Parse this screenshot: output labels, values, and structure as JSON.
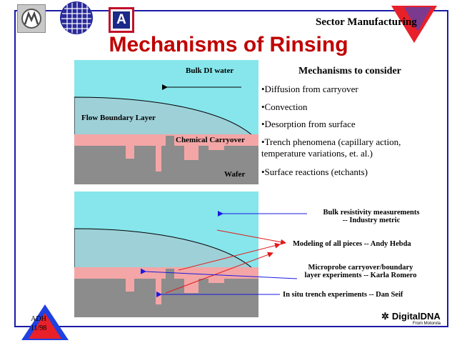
{
  "header": {
    "sector_label": "Sector Manufacturing",
    "title": "Mechanisms of Rinsing"
  },
  "diagram_top": {
    "bulk_label": "Bulk DI water",
    "flow_label": "Flow Boundary Layer",
    "carryover_label": "Chemical Carryover",
    "wafer_label": "Wafer"
  },
  "mechanisms": {
    "heading": "Mechanisms to consider",
    "items": [
      "•Diffusion from carryover",
      "•Convection",
      "•Desorption from surface",
      "•Trench phenomena (capillary action,",
      "temperature variations, et. al.)",
      "•Surface reactions (etchants)"
    ]
  },
  "notes": {
    "bulk_line1": "Bulk resistivity measurements",
    "bulk_line2": "-- Industry metric",
    "modeling": "Modeling of all pieces -- Andy Hebda",
    "microprobe_line1": "Microprobe carryover/boundary",
    "microprobe_line2": "layer experiments -- Karla Romero",
    "insitu": "In situ trench experiments -- Dan Seif"
  },
  "footer": {
    "adh_line1": "ADH",
    "adh_line2": "11/98",
    "brand": "DigitalDNA",
    "brand_sub": "From Motorola"
  },
  "colors": {
    "water": "#86e6ec",
    "boundary": "#9ed0d8",
    "carryover": "#f4a6a6",
    "wafer": "#8c8c8c",
    "title": "#c00000",
    "frame": "#1a1aa8"
  }
}
